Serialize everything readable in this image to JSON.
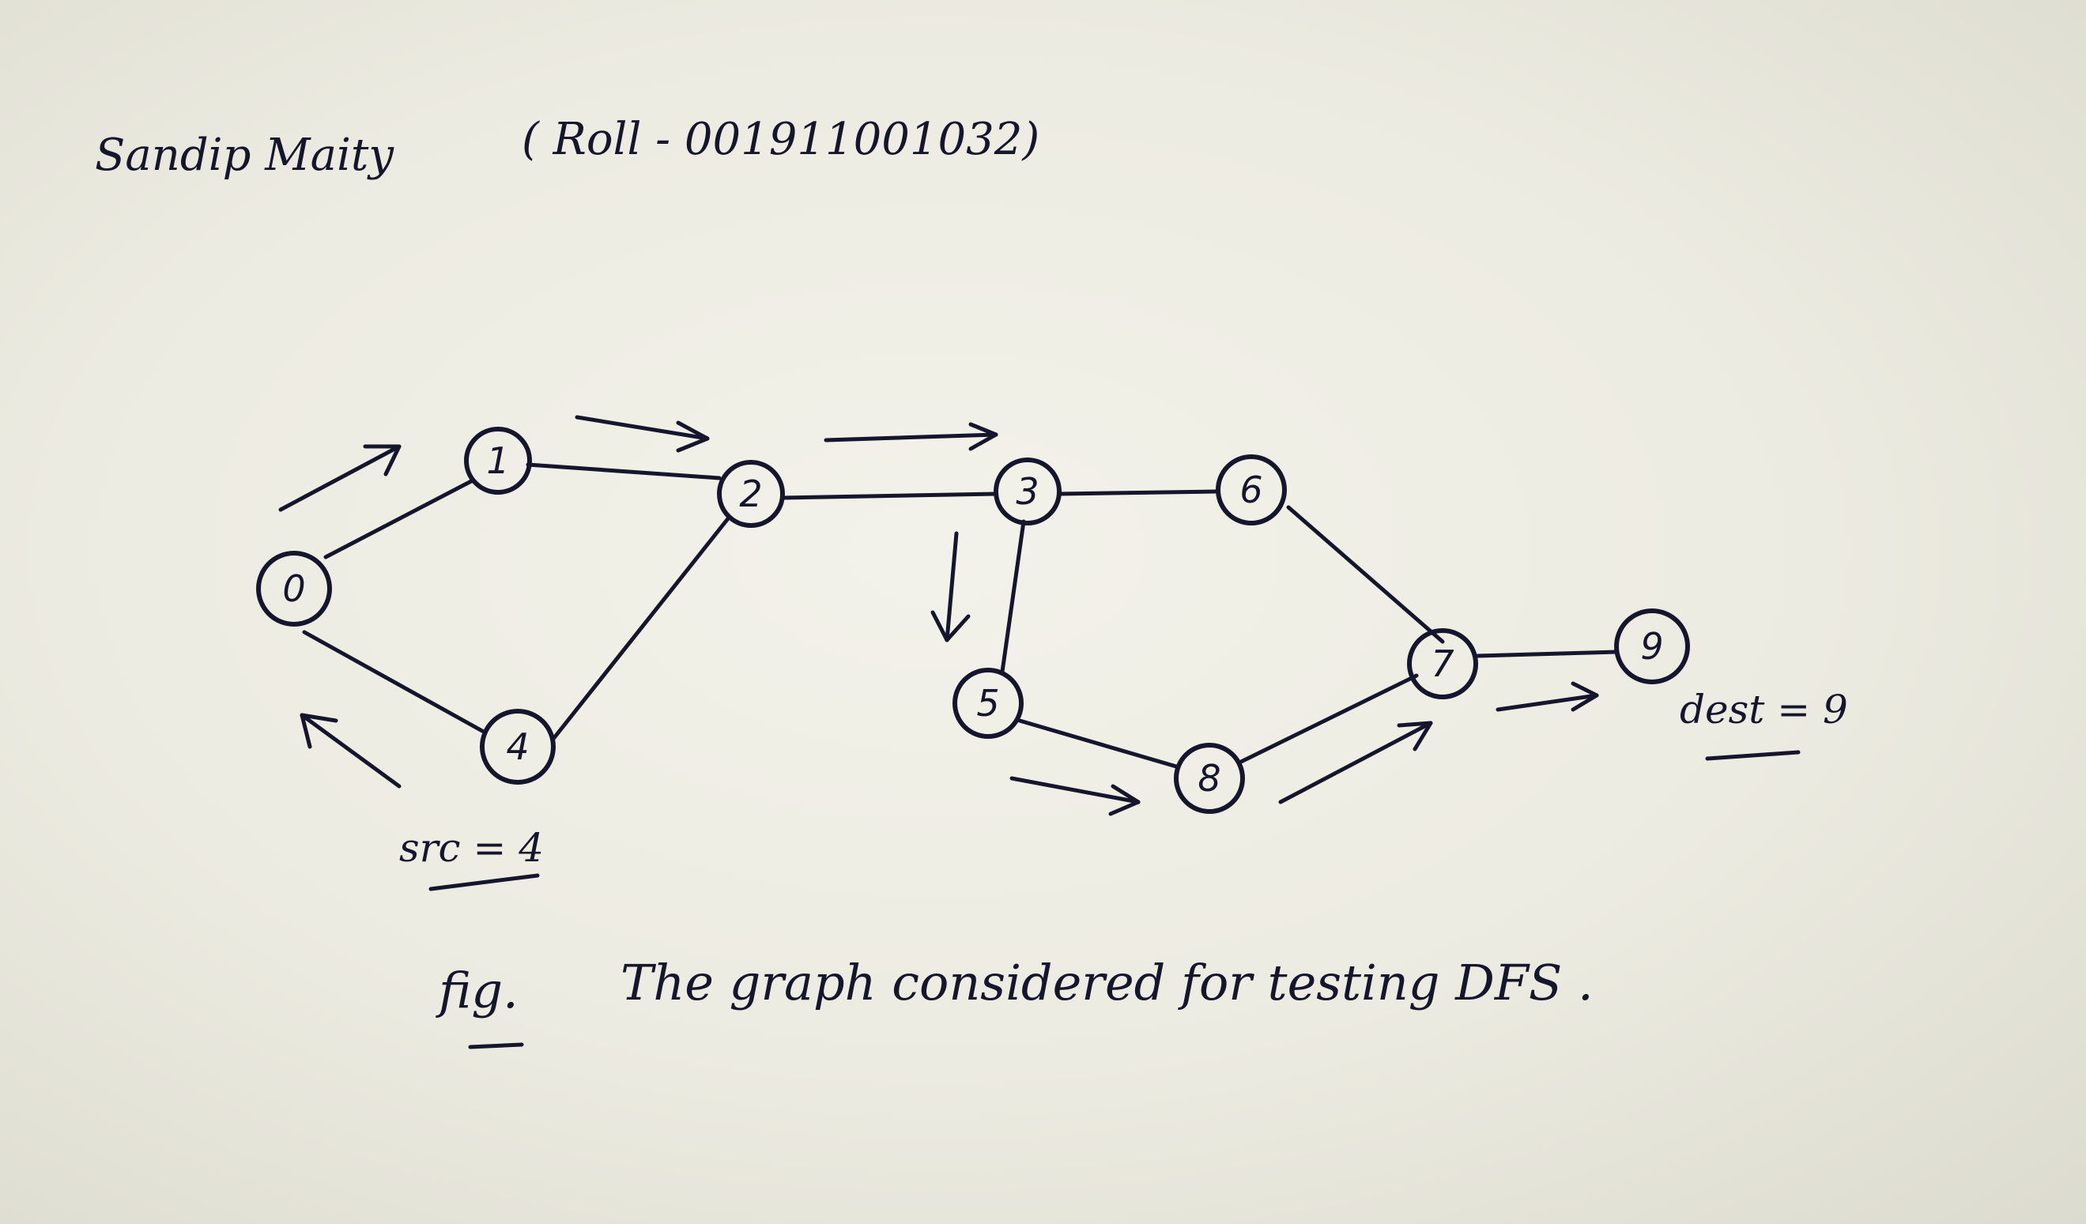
{
  "header": {
    "author": "Sandip Maity",
    "roll": "( Roll - 001911001032)"
  },
  "graph": {
    "nodes": [
      {
        "id": "node-0",
        "label": "0"
      },
      {
        "id": "node-1",
        "label": "1"
      },
      {
        "id": "node-2",
        "label": "2"
      },
      {
        "id": "node-3",
        "label": "3"
      },
      {
        "id": "node-4",
        "label": "4"
      },
      {
        "id": "node-5",
        "label": "5"
      },
      {
        "id": "node-6",
        "label": "6"
      },
      {
        "id": "node-7",
        "label": "7"
      },
      {
        "id": "node-8",
        "label": "8"
      },
      {
        "id": "node-9",
        "label": "9"
      }
    ],
    "edges": [
      [
        "0",
        "1"
      ],
      [
        "1",
        "2"
      ],
      [
        "2",
        "3"
      ],
      [
        "3",
        "6"
      ],
      [
        "6",
        "7"
      ],
      [
        "7",
        "9"
      ],
      [
        "3",
        "5"
      ],
      [
        "5",
        "8"
      ],
      [
        "8",
        "7"
      ],
      [
        "0",
        "4"
      ],
      [
        "4",
        "2"
      ]
    ],
    "src_label": "src = 4",
    "dest_label": "dest = 9"
  },
  "caption": {
    "fig": "fig.",
    "text": "The graph considered for testing DFS ."
  },
  "colors": {
    "ink": "#15152e",
    "paper": "#ecebe1"
  }
}
